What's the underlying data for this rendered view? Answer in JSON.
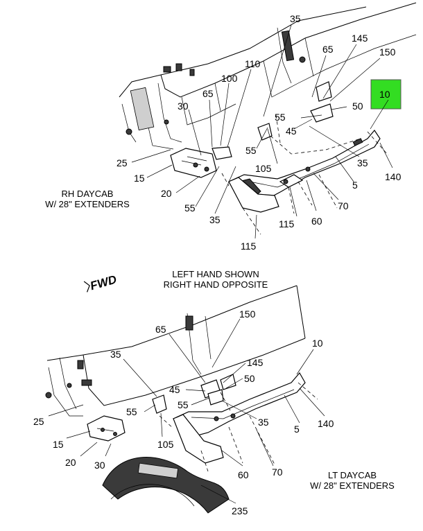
{
  "captions": {
    "rh_line1": "RH DAYCAB",
    "rh_line2": "W/ 28\" EXTENDERS",
    "center_line1": "LEFT HAND SHOWN",
    "center_line2": "RIGHT HAND OPPOSITE",
    "fwd": "FWD",
    "lt_line1": "LT DAYCAB",
    "lt_line2": "W/ 28\" EXTENDERS"
  },
  "highlight": {
    "label": "10",
    "color": "#33dd22"
  },
  "top_callouts": {
    "c35a": "35",
    "c65a": "65",
    "c145": "145",
    "c150": "150",
    "c110": "110",
    "c100": "100",
    "c65b": "65",
    "c30": "30",
    "c55a": "55",
    "c50": "50",
    "c45": "45",
    "c55b": "55",
    "c105": "105",
    "c25": "25",
    "c15": "15",
    "c20": "20",
    "c55c": "55",
    "c35b": "35",
    "c35c": "35",
    "c140": "140",
    "c5": "5",
    "c70": "70",
    "c60": "60",
    "c115a": "115",
    "c115b": "115"
  },
  "bottom_callouts": {
    "c150": "150",
    "c65": "65",
    "c145": "145",
    "c35a": "35",
    "c50": "50",
    "c10": "10",
    "c45": "45",
    "c55a": "55",
    "c55b": "55",
    "c35b": "35",
    "c25": "25",
    "c140": "140",
    "c5": "5",
    "c15": "15",
    "c105": "105",
    "c20": "20",
    "c30": "30",
    "c60": "60",
    "c70": "70",
    "c235": "235"
  }
}
